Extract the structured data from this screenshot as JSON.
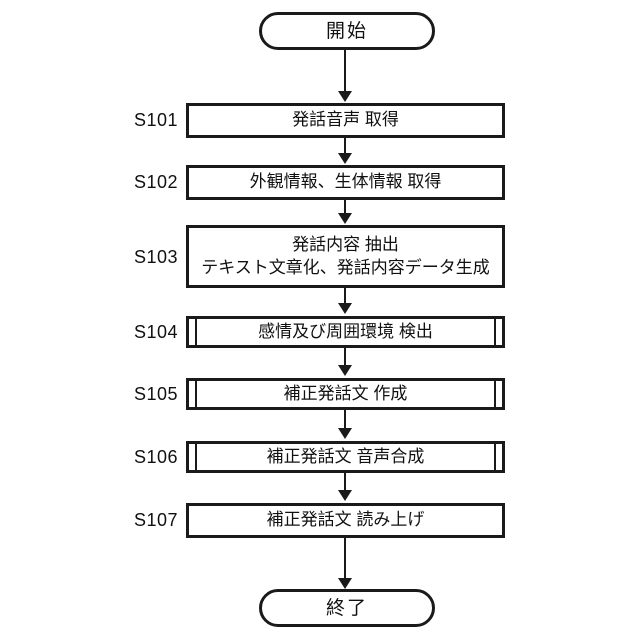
{
  "diagram": {
    "type": "flowchart",
    "orientation": "vertical",
    "colors": {
      "stroke": "#1a1a1a",
      "fill": "#ffffff",
      "text": "#111111"
    },
    "start": {
      "label": "開始",
      "shape": "terminal"
    },
    "end": {
      "label": "終了",
      "shape": "terminal"
    },
    "steps": [
      {
        "id": "S101",
        "label": "発話音声 取得",
        "shape": "process"
      },
      {
        "id": "S102",
        "label": "外観情報、生体情報 取得",
        "shape": "process"
      },
      {
        "id": "S103",
        "label": "発話内容 抽出\nテキスト文章化、発話内容データ生成",
        "shape": "process"
      },
      {
        "id": "S104",
        "label": "感情及び周囲環境 検出",
        "shape": "predefined-process"
      },
      {
        "id": "S105",
        "label": "補正発話文 作成",
        "shape": "predefined-process"
      },
      {
        "id": "S106",
        "label": "補正発話文 音声合成",
        "shape": "predefined-process"
      },
      {
        "id": "S107",
        "label": "補正発話文 読み上げ",
        "shape": "process"
      }
    ]
  }
}
